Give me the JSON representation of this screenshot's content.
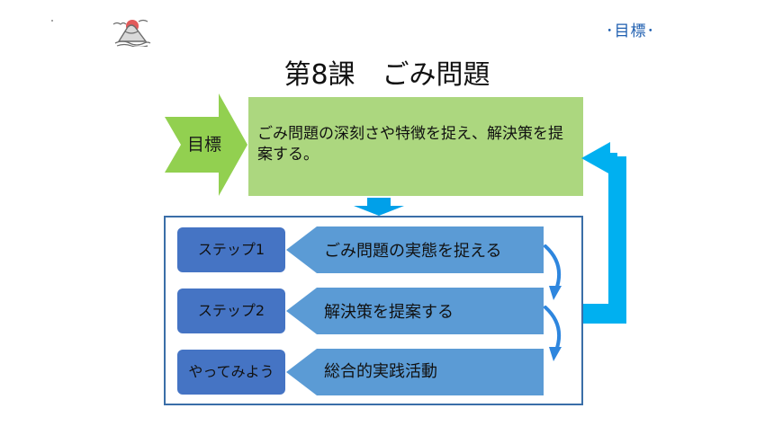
{
  "header": {
    "section_tag": "･目標･",
    "title": "第8課　ごみ問題"
  },
  "goal": {
    "tab_label": "目標",
    "text": "ごみ問題の深刻さや特徴を捉え、解決策を提案する。"
  },
  "steps": [
    {
      "tab": "ステップ1",
      "text": "ごみ問題の実態を捉える"
    },
    {
      "tab": "ステップ2",
      "text": "解決策を提案する"
    },
    {
      "tab": "やってみよう",
      "text": "総合的実践活動"
    }
  ],
  "colors": {
    "goal_green": "#acd77f",
    "goal_arrow_green": "#92d050",
    "step_tab_blue": "#4574c4",
    "step_arrow_blue": "#5b9bd5",
    "feedback_blue": "#00b0f0",
    "section_tag_blue": "#1f5fb0"
  },
  "icons": {
    "logo": "mount-fuji-sun-logo-icon"
  }
}
